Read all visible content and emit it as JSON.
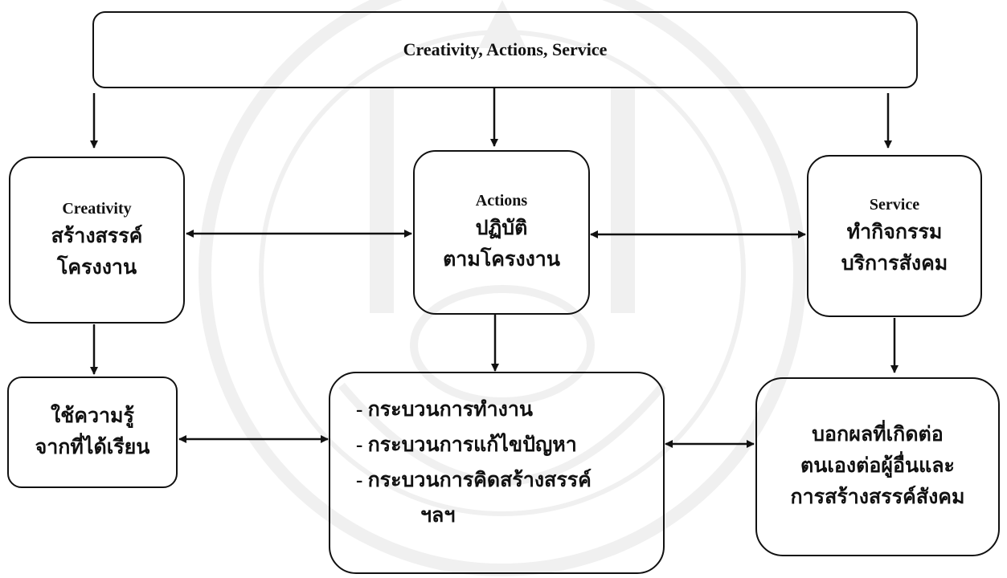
{
  "top": {
    "title": "Creativity, Actions, Service"
  },
  "creativity": {
    "en": "Creativity",
    "th1": "สร้างสรรค์",
    "th2": "โครงงาน"
  },
  "actions": {
    "en": "Actions",
    "th1": "ปฏิบัติ",
    "th2": "ตามโครงงาน"
  },
  "service": {
    "en": "Service",
    "th1": "ทำกิจกรรม",
    "th2": "บริการสังคม"
  },
  "knowledge": {
    "l1": "ใช้ความรู้",
    "l2": "จากที่ได้เรียน"
  },
  "process": {
    "l1": "- กระบวนการทำงาน",
    "l2": "- กระบวนการแก้ไขปัญหา",
    "l3": "- กระบวนการคิดสร้างสรรค์",
    "l4": "ฯลฯ"
  },
  "result": {
    "l1": "บอกผลที่เกิดต่อ",
    "l2": "ตนเองต่อผู้อื่นและ",
    "l3": "การสร้างสรรค์สังคม"
  }
}
